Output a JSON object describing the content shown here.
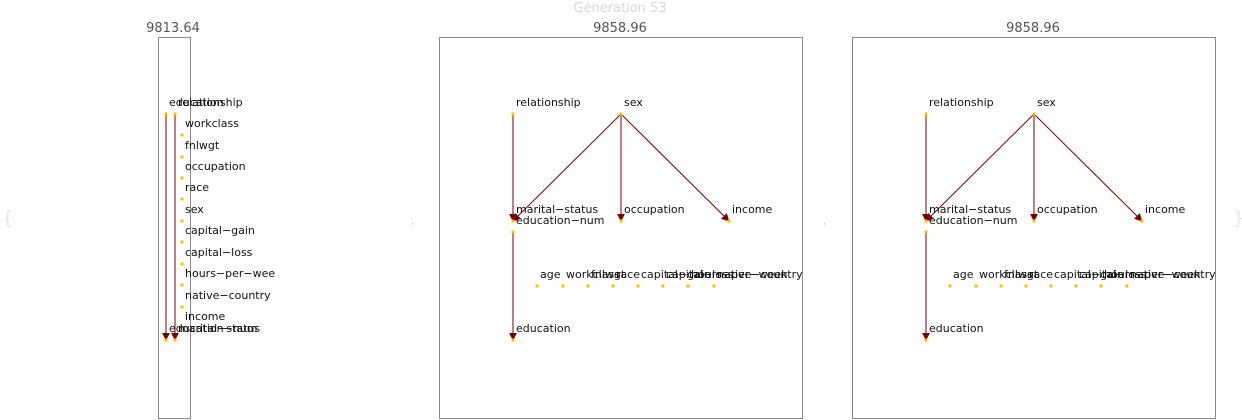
{
  "generation": "Generation 53",
  "panels": [
    {
      "score": "9813.64",
      "nodes": [
        {
          "id": "education",
          "label": "education"
        },
        {
          "id": "relationship",
          "label": "relationship"
        },
        {
          "id": "workclass",
          "label": "workclass"
        },
        {
          "id": "fnlwgt",
          "label": "fnlwgt"
        },
        {
          "id": "occupation",
          "label": "occupation"
        },
        {
          "id": "race",
          "label": "race"
        },
        {
          "id": "sex",
          "label": "sex"
        },
        {
          "id": "capital-gain",
          "label": "capital−gain"
        },
        {
          "id": "capital-loss",
          "label": "capital−loss"
        },
        {
          "id": "hours-per-week",
          "label": "hours−per−wee"
        },
        {
          "id": "native-country",
          "label": "native−country"
        },
        {
          "id": "income",
          "label": "income"
        },
        {
          "id": "education-num",
          "label": "education−num"
        },
        {
          "id": "marital-status",
          "label": "marital−status"
        }
      ],
      "edges": [
        {
          "from": "education",
          "to": "education-num"
        },
        {
          "from": "relationship",
          "to": "marital-status"
        }
      ]
    },
    {
      "score": "9858.96",
      "nodes": [
        {
          "id": "relationship",
          "label": "relationship"
        },
        {
          "id": "sex",
          "label": "sex"
        },
        {
          "id": "marital-status",
          "label": "marital−status"
        },
        {
          "id": "education-num",
          "label": "education−num"
        },
        {
          "id": "occupation",
          "label": "occupation"
        },
        {
          "id": "income",
          "label": "income"
        },
        {
          "id": "age",
          "label": "age"
        },
        {
          "id": "workclass",
          "label": "workclass"
        },
        {
          "id": "fnlwgt",
          "label": "fnlwgt"
        },
        {
          "id": "race",
          "label": "race"
        },
        {
          "id": "capital-gain",
          "label": "capital−gain"
        },
        {
          "id": "capital-loss",
          "label": "capital−loss"
        },
        {
          "id": "hours-per-week",
          "label": "hours−per−week"
        },
        {
          "id": "native-country",
          "label": "native−country"
        },
        {
          "id": "education",
          "label": "education"
        }
      ],
      "edges": [
        {
          "from": "relationship",
          "to": "marital-status"
        },
        {
          "from": "sex",
          "to": "marital-status"
        },
        {
          "from": "sex",
          "to": "occupation"
        },
        {
          "from": "sex",
          "to": "income"
        },
        {
          "from": "education-num",
          "to": "education"
        }
      ]
    },
    {
      "score": "9858.96",
      "nodes": [
        {
          "id": "relationship",
          "label": "relationship"
        },
        {
          "id": "sex",
          "label": "sex"
        },
        {
          "id": "marital-status",
          "label": "marital−status"
        },
        {
          "id": "education-num",
          "label": "education−num"
        },
        {
          "id": "occupation",
          "label": "occupation"
        },
        {
          "id": "income",
          "label": "income"
        },
        {
          "id": "age",
          "label": "age"
        },
        {
          "id": "workclass",
          "label": "workclass"
        },
        {
          "id": "fnlwgt",
          "label": "fnlwgt"
        },
        {
          "id": "race",
          "label": "race"
        },
        {
          "id": "capital-gain",
          "label": "capital−gain"
        },
        {
          "id": "capital-loss",
          "label": "capital−loss"
        },
        {
          "id": "hours-per-week",
          "label": "hours−per−week"
        },
        {
          "id": "native-country",
          "label": "native−country"
        },
        {
          "id": "education",
          "label": "education"
        }
      ],
      "edges": [
        {
          "from": "relationship",
          "to": "marital-status"
        },
        {
          "from": "sex",
          "to": "marital-status"
        },
        {
          "from": "sex",
          "to": "occupation"
        },
        {
          "from": "sex",
          "to": "income"
        },
        {
          "from": "education-num",
          "to": "education"
        }
      ]
    }
  ],
  "colors": {
    "edge": "#7a0000",
    "node_dot": "#f2c200",
    "box_border": "#8a8a8a"
  }
}
